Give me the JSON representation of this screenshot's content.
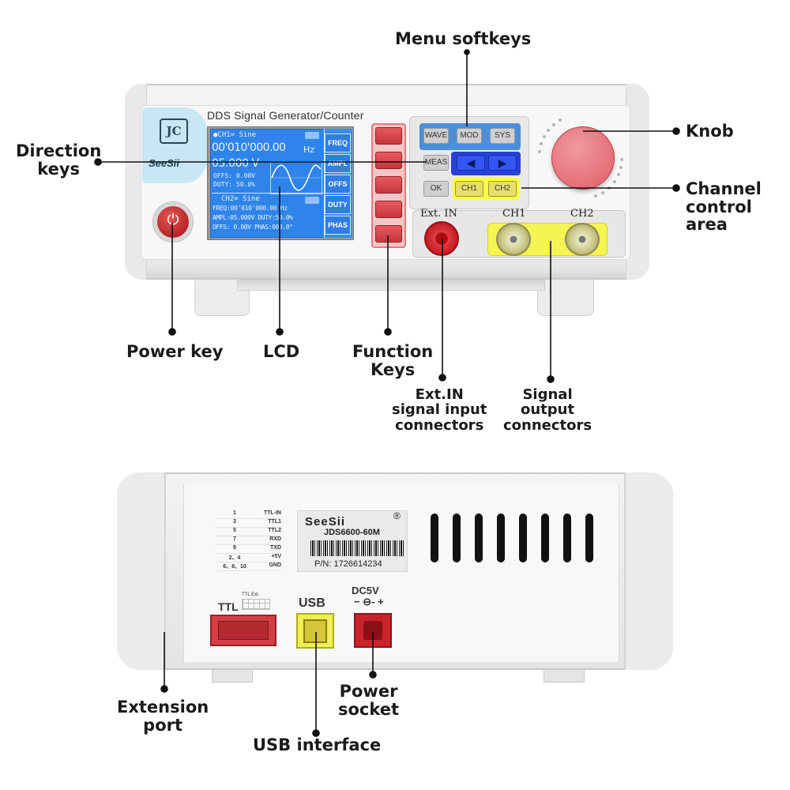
{
  "front_panel": {
    "model_text": "DDS Signal Generator/Counter",
    "brand": "SeeSii",
    "logo_mark": "JC",
    "power_icon": "power-icon",
    "lcd": {
      "ch1_header": "●CH1=    Sine",
      "ch1_freq_main": "00'010'000.00",
      "ch1_freq_unit": "Hz",
      "ch1_ampl": "05.000 V",
      "ch1_offs": "OFFS: 0.00V",
      "ch1_duty": "DUTY: 50.0%",
      "ch2_header": "CH2=    Sine",
      "ch2_freq": "FREQ:00'010'000.00 Hz",
      "ch2_ampl": "AMPL:05.000V DUTY:50.0%",
      "ch2_offs": "OFFS: 0.00V PHAS:000.0°",
      "side_buttons": [
        "FREQ",
        "AMPL",
        "OFFS",
        "DUTY",
        "PHAS"
      ]
    },
    "menu_keys": [
      "WAVE",
      "MOD",
      "SYS"
    ],
    "meas_key": "MEAS",
    "ok_key": "OK",
    "direction_keys": [
      "◀",
      "▶"
    ],
    "channel_keys": [
      "CH1",
      "CH2"
    ],
    "connector_labels": {
      "ext_in": "Ext. IN",
      "ch1": "CH1",
      "ch2": "CH2"
    }
  },
  "back_panel": {
    "pin_table": [
      [
        "1",
        "TTL-IN"
      ],
      [
        "3",
        "TTL1"
      ],
      [
        "5",
        "TTL2"
      ],
      [
        "7",
        "RXD"
      ],
      [
        "9",
        "TXD"
      ],
      [
        "2、4",
        "+5V"
      ],
      [
        "6、8、10",
        "GND"
      ]
    ],
    "brand": "SeeSii",
    "reg_mark": "®",
    "model": "JDS6600-60M",
    "pn": "P/N: 1726614234",
    "ttl_label": "TTL",
    "ttl_mini": "TTL Ext.",
    "usb_label": "USB",
    "dc_label": "DC5V",
    "dc_symbol": "−  ⊖-  +"
  },
  "callouts": {
    "menu_softkeys": "Menu softkeys",
    "knob": "Knob",
    "direction_keys": [
      "Direction",
      "keys"
    ],
    "channel_control": [
      "Channel",
      "control",
      "area"
    ],
    "power_key": "Power key",
    "lcd": "LCD",
    "function_keys": [
      "Function",
      "Keys"
    ],
    "ext_in": [
      "Ext.IN",
      "signal input",
      "connectors"
    ],
    "signal_output": [
      "Signal",
      "output",
      "connectors"
    ],
    "extension_port": [
      "Extension",
      "port"
    ],
    "usb_interface": "USB interface",
    "power_socket": [
      "Power",
      "socket"
    ]
  },
  "colors": {
    "lcd_blue": "#2f84ea",
    "function_key_red": "#d8474c",
    "knob_red": "#e46a72",
    "channel_yellow": "#ffff44",
    "direction_blue": "#3357f0"
  }
}
